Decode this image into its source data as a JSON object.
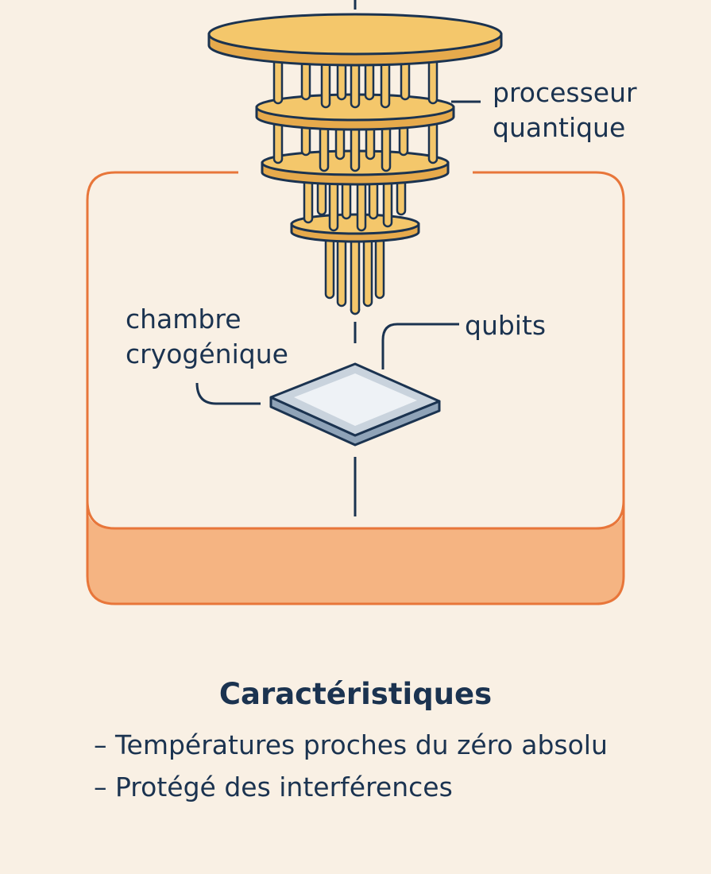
{
  "labels": {
    "processor": [
      "processeur",
      "quantique"
    ],
    "chamber": [
      "chambre",
      "cryogénique"
    ],
    "qubits": "qubits"
  },
  "features": {
    "title": "Caractéristiques",
    "items": [
      "– Températures proches du zéro absolu",
      "– Protégé des interférences"
    ]
  },
  "colors": {
    "background": "#f9f0e4",
    "gold": "#f4c76b",
    "gold_dark": "#e6aa4c",
    "outline": "#1b3350",
    "orange": "#e8763a",
    "orange_fill": "#f5b482",
    "chip": "#c9d3dd",
    "chip_top": "#eef2f6"
  }
}
